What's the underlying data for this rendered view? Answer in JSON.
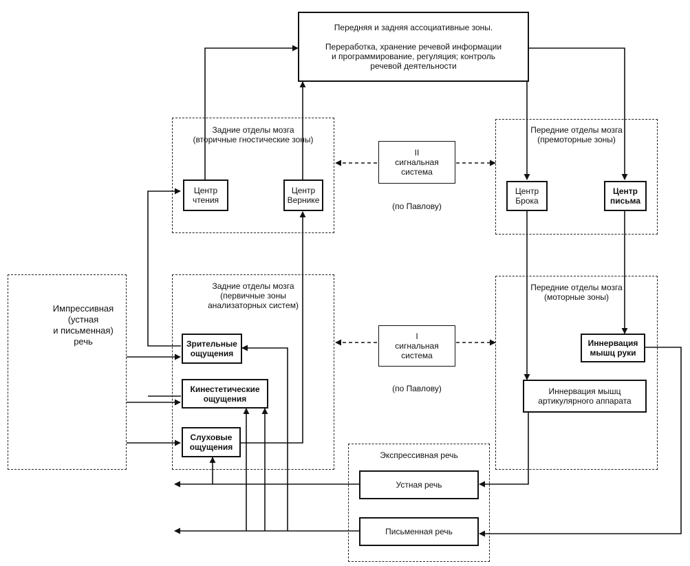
{
  "associative": {
    "title": "Передняя и задняя ассоциативные зоны.",
    "text": "Переработка, хранение речевой информации\nи программирование, регуляция; контроль\nречевой деятельности"
  },
  "posterior_secondary": {
    "title": "Задние отделы мозга\n(вторичные гностические зоны)",
    "reading_center": "Центр\nчтения",
    "wernicke_center": "Центр\nВернике"
  },
  "anterior_premotor": {
    "title": "Передние отделы мозга\n(премоторные зоны)",
    "broca_center": "Центр\nБрока",
    "writing_center": "Центр\nписьма"
  },
  "signal_system_2": {
    "label": "II\nсигнальная\nсистема",
    "note": "(по Павлову)"
  },
  "signal_system_1": {
    "label": "I\nсигнальная\nсистема",
    "note": "(по Павлову)"
  },
  "posterior_primary": {
    "title": "Задние отделы мозга\n(первичные зоны\nанализаторных систем)",
    "visual": "Зрительные\nощущения",
    "kinesthetic": "Кинестетические\nощущения",
    "auditory": "Слуховые\nощущения"
  },
  "anterior_motor": {
    "title": "Передние отделы мозга\n(моторные зоны)",
    "hand_innervation": "Иннервация\nмышц руки",
    "articulatory_innervation": "Иннервация мышц\nартикулярного аппарата"
  },
  "impressive_speech": {
    "label": "Импрессивная\n(устная\nи письменная)\nречь"
  },
  "expressive_speech": {
    "title": "Экспрессивная речь",
    "oral": "Устная речь",
    "written": "Письменная речь"
  }
}
